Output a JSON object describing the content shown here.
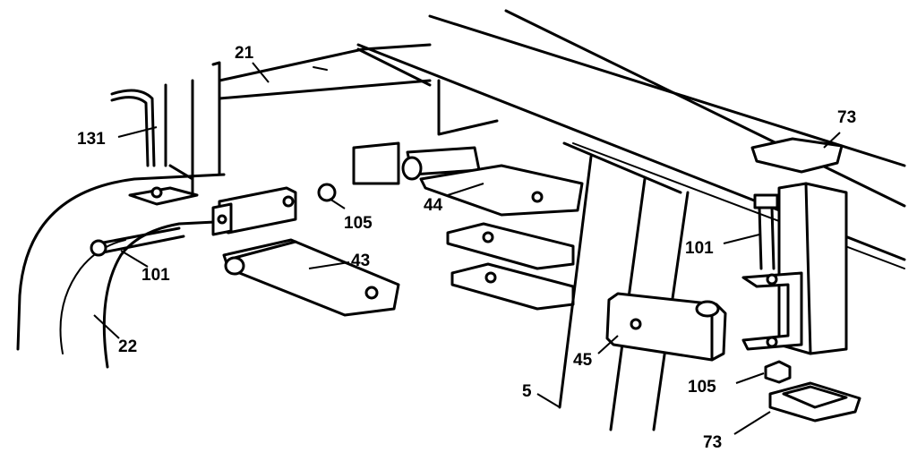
{
  "callouts": {
    "c21": "21",
    "c131": "131",
    "c105a": "105",
    "c101a": "101",
    "c43": "43",
    "c44": "44",
    "c22": "22",
    "c73a": "73",
    "c101b": "101",
    "c45": "45",
    "c5": "5",
    "c105b": "105",
    "c73b": "73"
  },
  "colors": {
    "ink": "#000000",
    "paper": "#ffffff"
  }
}
